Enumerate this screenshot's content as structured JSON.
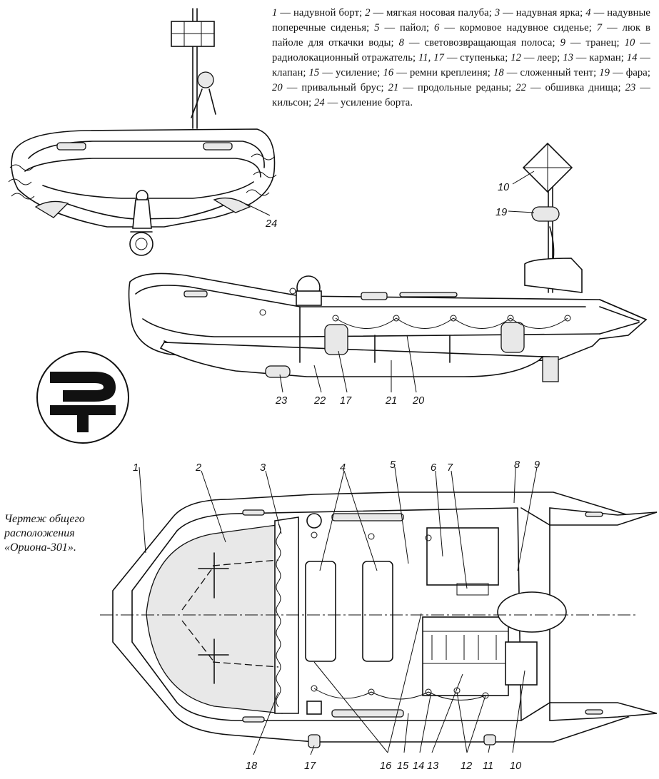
{
  "legend": [
    {
      "num": "1",
      "text": "надувной борт;"
    },
    {
      "num": "2",
      "text": "мягкая носовая палуба;"
    },
    {
      "num": "3",
      "text": "надувная ярка;"
    },
    {
      "num": "4",
      "text": "надувные поперечные сиденья;"
    },
    {
      "num": "5",
      "text": "пайол;"
    },
    {
      "num": "6",
      "text": "кормовое надувное сиденье;"
    },
    {
      "num": "7",
      "text": "люк в пайоле для откачки воды;"
    },
    {
      "num": "8",
      "text": "световозвращающая полоса;"
    },
    {
      "num": "9",
      "text": "транец;"
    },
    {
      "num": "10",
      "text": "радиолокационный отражатель;"
    },
    {
      "num": "11, 17",
      "text": "ступенька;"
    },
    {
      "num": "12",
      "text": "леер;"
    },
    {
      "num": "13",
      "text": "карман;"
    },
    {
      "num": "14",
      "text": "клапан;"
    },
    {
      "num": "15",
      "text": "усиление;"
    },
    {
      "num": "16",
      "text": "ремни креплеиня;"
    },
    {
      "num": "18",
      "text": "сложенный тент;"
    },
    {
      "num": "19",
      "text": "фара;"
    },
    {
      "num": "20",
      "text": "привальный брус;"
    },
    {
      "num": "21",
      "text": "продольные реданы;"
    },
    {
      "num": "22",
      "text": "обшивка днища;"
    },
    {
      "num": "23",
      "text": "кильсон;"
    },
    {
      "num": "24",
      "text": "усиление борта."
    }
  ],
  "caption": "Чертеж общего расположения «Ориона-301».",
  "callouts": {
    "c24": "24",
    "c10": "10",
    "c19": "19",
    "c23": "23",
    "c22": "22",
    "c17a": "17",
    "c21": "21",
    "c20": "20",
    "c1": "1",
    "c2": "2",
    "c3": "3",
    "c4": "4",
    "c5": "5",
    "c6": "6",
    "c7": "7",
    "c8": "8",
    "c9": "9",
    "c18": "18",
    "c17b": "17",
    "c16": "16",
    "c15": "15",
    "c14": "14",
    "c13": "13",
    "c12": "12",
    "c11": "11",
    "c10b": "10"
  }
}
